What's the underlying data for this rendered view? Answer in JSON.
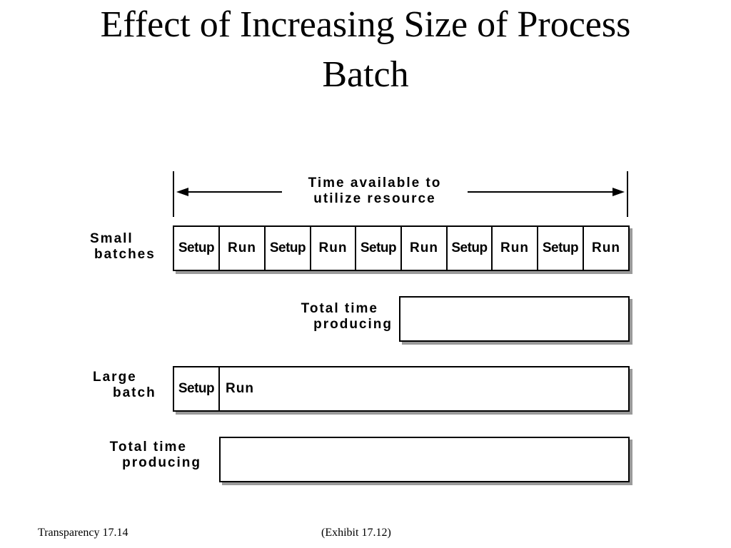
{
  "title": {
    "line1": "Effect of Increasing Size of Process",
    "line2": "Batch"
  },
  "diagram": {
    "time_available_label": [
      "Time available to",
      "utilize resource"
    ],
    "small_batches": {
      "label": [
        "Small",
        "batches"
      ],
      "segments": [
        "Setup",
        "Run",
        "Setup",
        "Run",
        "Setup",
        "Run",
        "Setup",
        "Run",
        "Setup",
        "Run"
      ]
    },
    "small_total": {
      "label": [
        "Total time",
        "producing"
      ]
    },
    "large_batch": {
      "label": [
        "Large",
        "batch"
      ],
      "segments": [
        "Setup",
        "Run"
      ]
    },
    "large_total": {
      "label": [
        "Total time",
        "producing"
      ]
    }
  },
  "footer": {
    "left": "Transparency 17.14",
    "center": "(Exhibit 17.12)"
  }
}
